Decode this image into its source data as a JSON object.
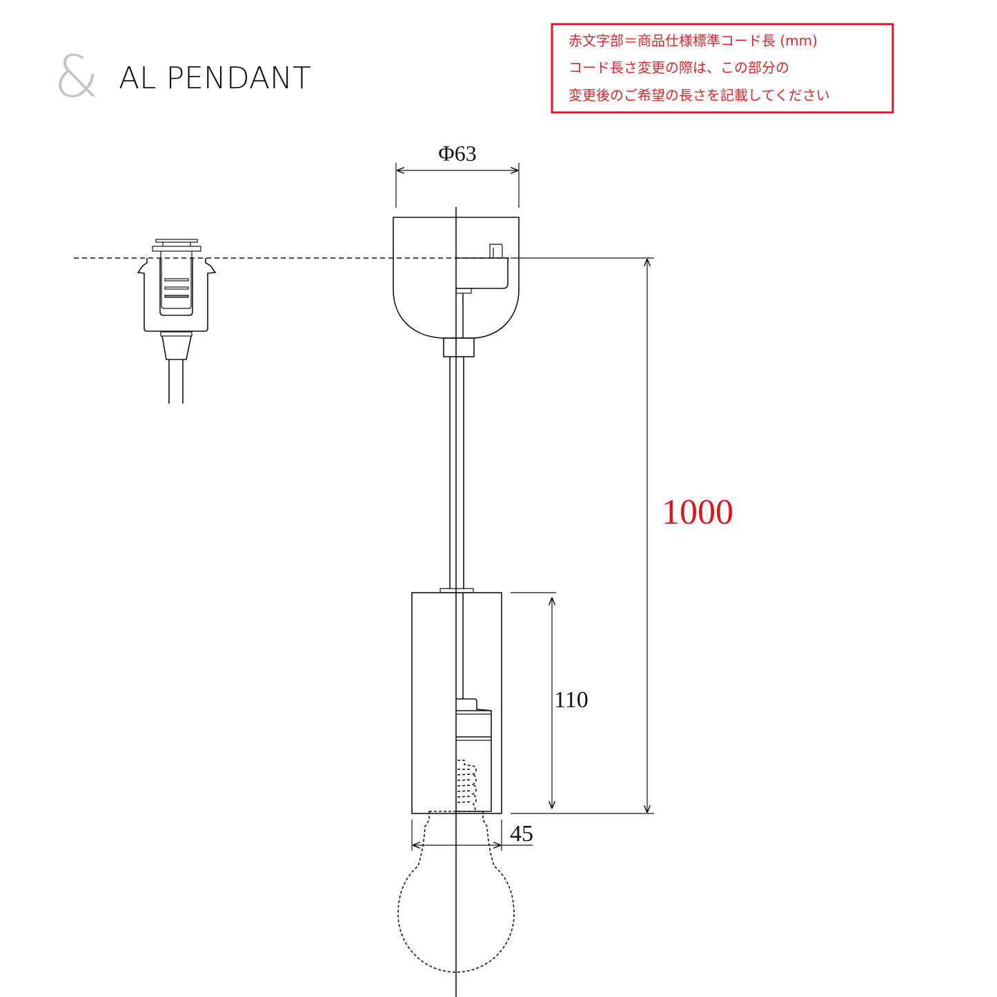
{
  "header": {
    "logo_mark": "&",
    "title": "AL PENDANT"
  },
  "note": {
    "lines": [
      "赤文字部＝商品仕様標準コード長 (mm)",
      "コード長さ変更の際は、この部分の",
      "変更後のご希望の長さを記載してください"
    ],
    "color": "#e0141e"
  },
  "dimensions": {
    "canopy_diameter": "Φ63",
    "cord_length": "1000",
    "socket_height": "110",
    "socket_diameter": "45"
  },
  "colors": {
    "highlight": "#e0141e",
    "logo": "#c4c4c4"
  }
}
